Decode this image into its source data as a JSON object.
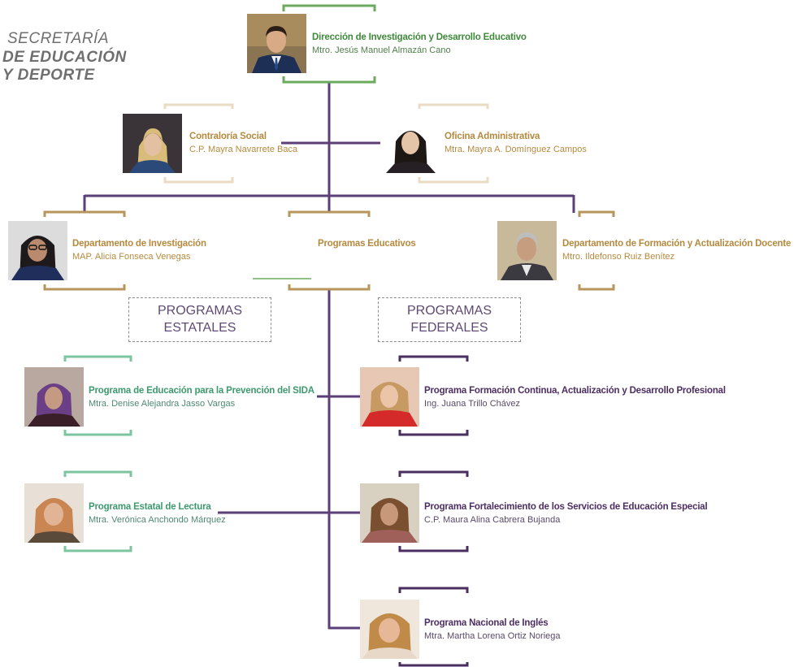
{
  "colors": {
    "connector": "#5b3f78",
    "green": "#6aab5e",
    "gold": "#b8955a",
    "gold_light": "#eadbc3",
    "teal": "#7dc4a0",
    "purple": "#4a2e60",
    "grey_text": "#6f6f6f"
  },
  "logo": {
    "line1": "SECRETARÍA",
    "line2": "DE EDUCACIÓN",
    "line3": "Y DEPORTE"
  },
  "director": {
    "title": "Dirección de Investigación y Desarrollo Educativo",
    "name": "Mtro. Jesús Manuel Almazán Cano"
  },
  "contraloria": {
    "title": "Contraloría Social",
    "name": "C.P. Mayra Navarrete Baca"
  },
  "oficina": {
    "title": "Oficina Administrativa",
    "name": "Mtra. Mayra A. Domínguez Campos"
  },
  "investigacion": {
    "title": "Departamento de Investigación",
    "name": "MAP. Alicia Fonseca Venegas"
  },
  "programas": {
    "title": "Programas Educativos"
  },
  "formacion": {
    "title": "Departamento de Formación y Actualización Docente",
    "name": "Mtro. Ildefonso Ruiz Benítez"
  },
  "estatales": {
    "label_line1": "PROGRAMAS",
    "label_line2": "ESTATALES"
  },
  "federales": {
    "label_line1": "PROGRAMAS",
    "label_line2": "FEDERALES"
  },
  "sida": {
    "title": "Programa de Educación para la Prevención del SIDA",
    "name": "Mtra. Denise Alejandra Jasso Vargas"
  },
  "lectura": {
    "title": "Programa Estatal de Lectura",
    "name": "Mtra. Verónica Anchondo Márquez"
  },
  "formacion_continua": {
    "title": "Programa Formación Continua, Actualización y Desarrollo Profesional",
    "name": "Ing. Juana Trillo Chávez"
  },
  "especial": {
    "title": "Programa Fortalecimiento de los Servicios de Educación Especial",
    "name": "C.P. Maura Alina Cabrera Bujanda"
  },
  "ingles": {
    "title": "Programa Nacional de Inglés",
    "name": "Mtra. Martha Lorena Ortiz Noriega"
  }
}
